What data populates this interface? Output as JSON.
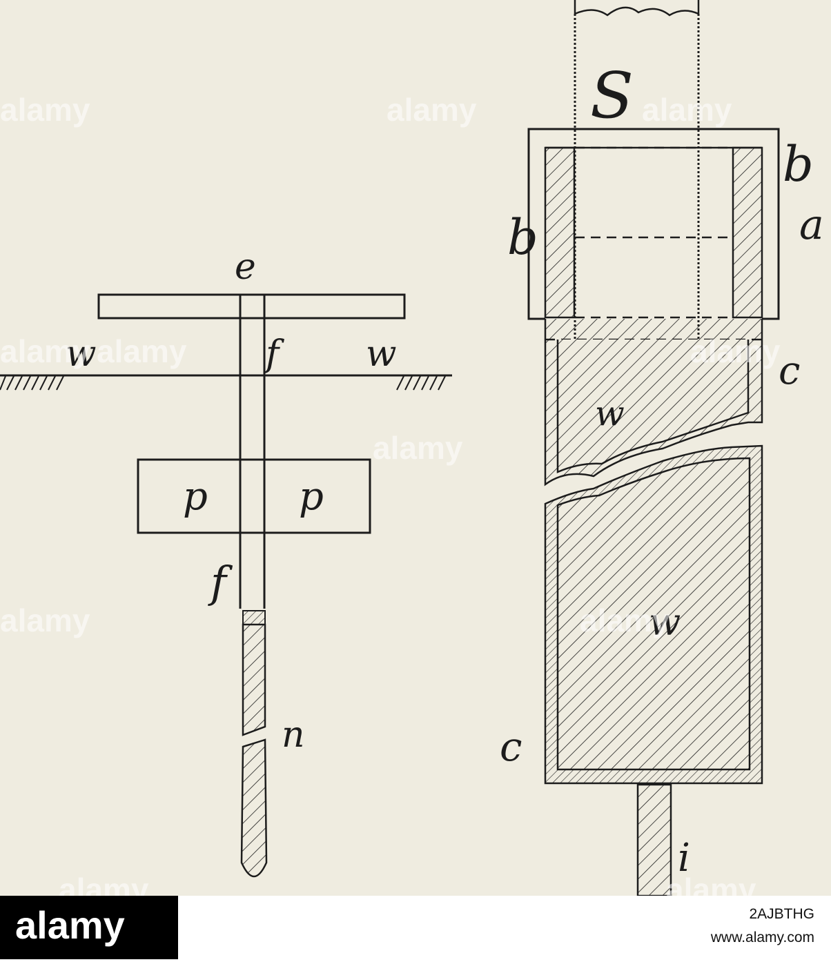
{
  "figure": {
    "left_apparatus": {
      "labels": {
        "top": "e",
        "inner_right": "f",
        "wall_left": "w",
        "wall_right": "w",
        "plate_left": "p",
        "plate_right": "p",
        "lower": "f",
        "gap": "n"
      }
    },
    "right_apparatus": {
      "labels": {
        "shaft": "S",
        "bush_left": "b",
        "bush_right": "b",
        "collar": "a",
        "cup_upper": "c",
        "wood_upper": "w",
        "wood_lower": "w",
        "cup_lower": "c",
        "stem": "i"
      }
    },
    "watermark": "alamy",
    "colors": {
      "paper": "#efece0",
      "ink": "#1c1c1c"
    }
  },
  "footer": {
    "logo_text": "alamy",
    "image_id": "2AJBTHG",
    "site_url": "www.alamy.com"
  }
}
